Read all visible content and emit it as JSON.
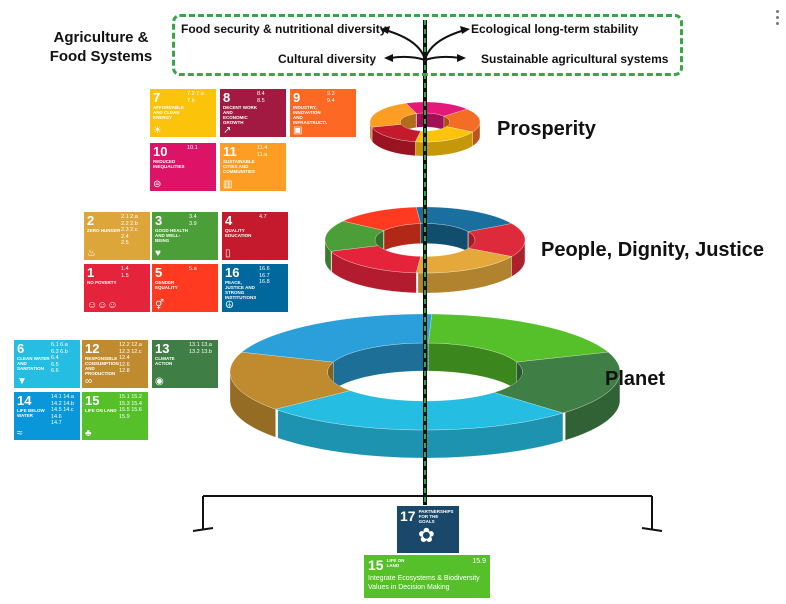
{
  "header": {
    "title": "Agriculture & Food Systems"
  },
  "goals_top": {
    "tl": "Food security & nutritional diversity",
    "tr": "Ecological long-term stability",
    "bl": "Cultural diversity",
    "br": "Sustainable agricultural systems"
  },
  "levels": [
    {
      "label": "Prosperity",
      "segments": [
        {
          "from": 100,
          "to": 165,
          "color": "#c5192d"
        },
        {
          "from": 165,
          "to": 250,
          "color": "#fd9d24"
        },
        {
          "from": 250,
          "to": 320,
          "color": "#e5197a"
        },
        {
          "from": 320,
          "to": 30,
          "color": "#f36d25"
        },
        {
          "from": 30,
          "to": 100,
          "color": "#fcc30b"
        }
      ]
    },
    {
      "label": "People, Dignity, Justice",
      "segments": [
        {
          "from": 95,
          "to": 160,
          "color": "#e5243b"
        },
        {
          "from": 160,
          "to": 215,
          "color": "#4c9f38"
        },
        {
          "from": 215,
          "to": 265,
          "color": "#ff3a21"
        },
        {
          "from": 265,
          "to": 330,
          "color": "#19709e"
        },
        {
          "from": 330,
          "to": 30,
          "color": "#dd2b3b"
        },
        {
          "from": 30,
          "to": 95,
          "color": "#e5a93b"
        }
      ]
    },
    {
      "label": "Planet",
      "segments": [
        {
          "from": 140,
          "to": 200,
          "color": "#bf8b2e"
        },
        {
          "from": 200,
          "to": 272,
          "color": "#2a9fd9"
        },
        {
          "from": 272,
          "to": 340,
          "color": "#56c02b"
        },
        {
          "from": 340,
          "to": 45,
          "color": "#3f7e44"
        },
        {
          "from": 45,
          "to": 140,
          "color": "#26bde2"
        }
      ]
    }
  ],
  "tiles": [
    {
      "n": "7",
      "t": "Affordable and clean energy",
      "g": "7.2 7.a\n7.b",
      "c": "#fcc30b",
      "i": "☀",
      "name": "sdg-7"
    },
    {
      "n": "8",
      "t": "Decent work and economic growth",
      "g": "8.4\n8.5",
      "c": "#a21942",
      "i": "↗",
      "name": "sdg-8"
    },
    {
      "n": "9",
      "t": "Industry, innovation and infrastructure",
      "g": "9.3\n9.4",
      "c": "#fd6925",
      "i": "▣",
      "name": "sdg-9"
    },
    {
      "n": "10",
      "t": "Reduced inequalities",
      "g": "10.1",
      "c": "#dd1367",
      "i": "⊜",
      "name": "sdg-10"
    },
    {
      "n": "11",
      "t": "Sustainable cities and communities",
      "g": "11.4\n11.a",
      "c": "#fd9d24",
      "i": "▥",
      "name": "sdg-11"
    },
    {
      "n": "2",
      "t": "Zero hunger",
      "g": "2.1 2.a\n2.2 2.b\n2.3 2.c\n2.4\n2.5",
      "c": "#dda63a",
      "i": "♨",
      "name": "sdg-2"
    },
    {
      "n": "3",
      "t": "Good health and well-being",
      "g": "3.4\n3.9",
      "c": "#4c9f38",
      "i": "♥",
      "name": "sdg-3"
    },
    {
      "n": "4",
      "t": "Quality education",
      "g": "4.7",
      "c": "#c5192d",
      "i": "▯",
      "name": "sdg-4"
    },
    {
      "n": "1",
      "t": "No poverty",
      "g": "1.4\n1.5",
      "c": "#e5243b",
      "i": "☺☺☺",
      "name": "sdg-1"
    },
    {
      "n": "5",
      "t": "Gender equality",
      "g": "5.a",
      "c": "#ff3a21",
      "i": "⚥",
      "name": "sdg-5"
    },
    {
      "n": "16",
      "t": "Peace, justice and strong institutions",
      "g": "16.6\n16.7\n16.8",
      "c": "#00689d",
      "i": "☮",
      "name": "sdg-16"
    },
    {
      "n": "6",
      "t": "Clean water and sanitation",
      "g": "6.1 6.a\n6.3 6.b\n6.4\n6.5\n6.6",
      "c": "#26bde2",
      "i": "▼",
      "name": "sdg-6"
    },
    {
      "n": "12",
      "t": "Responsible consumption and production",
      "g": "12.2 12.a\n12.3 12.c\n12.4\n12.6\n12.8",
      "c": "#bf8b2e",
      "i": "∞",
      "name": "sdg-12"
    },
    {
      "n": "13",
      "t": "Climate action",
      "g": "13.1 13.a\n13.2 13.b",
      "c": "#3f7e44",
      "i": "◉",
      "name": "sdg-13"
    },
    {
      "n": "14",
      "t": "Life below water",
      "g": "14.1 14.a\n14.2 14.b\n14.5 14.c\n14.6\n14.7",
      "c": "#0a97d9",
      "i": "≈",
      "name": "sdg-14"
    },
    {
      "n": "15",
      "t": "Life on land",
      "g": "15.1 15.2\n15.3 15.4\n15.5 15.6\n15.9",
      "c": "#56c02b",
      "i": "♣",
      "name": "sdg-15"
    }
  ],
  "bottom": {
    "sdg17": {
      "n": "17",
      "t": "Partnerships for the goals",
      "i": "✿"
    },
    "sdg15": {
      "n": "15",
      "t": "Life on land",
      "g": "15.9",
      "text": "Integrate Ecosystems & Biodiversity Values in Decision Making"
    }
  }
}
